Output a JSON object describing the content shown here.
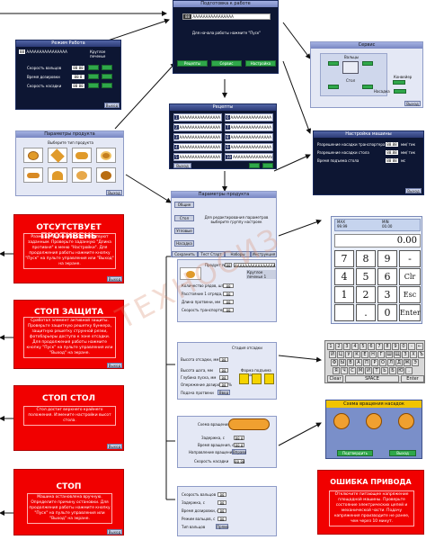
{
  "main_screen": {
    "title": "Подготовка к работе",
    "product_no": "88",
    "product_name": "AAAAAAAAAAAAAAAA",
    "prompt": "Для начала работы нажмите \"Пуск\"",
    "buttons": [
      "Рецепты",
      "Сервис",
      "Настройка"
    ]
  },
  "work_mode": {
    "title": "Режим Работа",
    "product_no": "88",
    "product_name": "AAAAAAAAAAAAAAAA",
    "shape": "Круглое печенье",
    "rows": [
      {
        "label": "Скорость вальцов",
        "value": "88 88"
      },
      {
        "label": "Время дозировки",
        "value": "88 8"
      },
      {
        "label": "Скорость насадки",
        "value": "88 88"
      }
    ],
    "exit": "Выход"
  },
  "service": {
    "title": "Сервис",
    "labels": [
      "Вальцы",
      "Стол",
      "Конвейер",
      "Насадка"
    ],
    "exit": "Выход"
  },
  "product_params": {
    "title": "Параметры продукта",
    "subtitle": "Выберите тип продукта",
    "exit": "Выход"
  },
  "recipes": {
    "title": "Рецепты",
    "items": [
      {
        "no": "1",
        "name": "AAAAAAAAAAAAAAAA"
      },
      {
        "no": "2",
        "name": "AAAAAAAAAAAAAAAA"
      },
      {
        "no": "3",
        "name": "AAAAAAAAAAAAAAAA"
      },
      {
        "no": "4",
        "name": "AAAAAAAAAAAAAAAA"
      },
      {
        "no": "5",
        "name": "AAAAAAAAAAAAAAAA"
      },
      {
        "no": "6",
        "name": "AAAAAAAAAAAAAAAA"
      },
      {
        "no": "7",
        "name": "AAAAAAAAAAAAAAAA"
      },
      {
        "no": "8",
        "name": "AAAAAAAAAAAAAAAA"
      },
      {
        "no": "9",
        "name": "AAAAAAAAAAAAAAAA"
      },
      {
        "no": "10",
        "name": "AAAAAAAAAAAAAAAA"
      }
    ],
    "bottom": "Выход"
  },
  "machine_settings": {
    "title": "Настройка машины",
    "rows": [
      {
        "label": "Разрешение насадки транспортера",
        "value": "88.88",
        "unit": "мм/ тик"
      },
      {
        "label": "Разрешение насадки стола",
        "value": "88.88",
        "unit": "мм/ тик"
      },
      {
        "label": "Время подъема стола",
        "value": "88 88",
        "unit": "мс"
      }
    ],
    "exit": "Выход"
  },
  "product_params2": {
    "title": "Параметры продукта",
    "menu": [
      "Общие",
      "Стол",
      "Угловые",
      "Насадка"
    ],
    "hint": "Для редактирования параметров выберите группу настроек",
    "buttons": [
      "Сохранить",
      "Тест Старт",
      "Наборы",
      "Инструкция"
    ]
  },
  "general": {
    "product_label": "Продукт №",
    "product_no": "88",
    "product_name": "AAAAAAAAAAAAAAAA",
    "shape": "Круглое печенье 1",
    "rows": [
      {
        "label": "Количество рядов, шт",
        "value": "88"
      },
      {
        "label": "Расстояние 1 отряда, мм",
        "value": "88"
      },
      {
        "label": "Длина протвени, мм",
        "value": "88"
      },
      {
        "label": "Скорость транспортера",
        "value": "88"
      }
    ]
  },
  "table": {
    "header": "Стадия отсадки",
    "rows": [
      {
        "label": "Высота отсадки, мм",
        "value": "88"
      },
      {
        "label": "Высота шага, мм",
        "value": "88"
      },
      {
        "label": "Глубина пуска, мм",
        "value": "88"
      },
      {
        "label": "Опережение дозировки, %",
        "value": "88"
      },
      {
        "label": "Подача протвени",
        "value": "Ввод"
      }
    ],
    "shape_header": "Форма подъема стола"
  },
  "nozzle": {
    "scheme": "Схема вращения",
    "rows": [
      {
        "label": "Задержка, с",
        "value": "88.8"
      },
      {
        "label": "Время вращения, с",
        "value": "88.8"
      },
      {
        "label": "Направление вращения",
        "value": "Вправо"
      },
      {
        "label": "Скорость насадки",
        "value": "88.88"
      }
    ]
  },
  "speeds": {
    "rows": [
      {
        "label": "Скорость вальцов",
        "value": "88"
      },
      {
        "label": "Задержка, с",
        "value": "88"
      },
      {
        "label": "Время дозировки, с",
        "value": "88"
      },
      {
        "label": "Режим вальцов, с",
        "value": "88"
      },
      {
        "label": "Тип вальцов",
        "value": "Прямо"
      }
    ]
  },
  "numpad": {
    "max_label": "MAX",
    "max_value": "99.99",
    "min_label": "MIN",
    "min_value": "00.00",
    "display": "0.00",
    "keys": [
      "7",
      "8",
      "9",
      "-",
      "4",
      "5",
      "6",
      "Clr",
      "1",
      "2",
      "3",
      "Esc",
      "",
      ".",
      "0",
      "Enter"
    ]
  },
  "keyboard": {
    "rows": [
      [
        "1",
        "2",
        "3",
        "4",
        "5",
        "6",
        "7",
        "8",
        "9",
        "0",
        "-",
        "←"
      ],
      [
        "Й",
        "Ц",
        "У",
        "К",
        "Е",
        "Н",
        "Г",
        "Ш",
        "Щ",
        "З",
        "Х",
        "Ъ"
      ],
      [
        "Ф",
        "Ы",
        "В",
        "А",
        "П",
        "Р",
        "О",
        "Л",
        "Д",
        "Ж",
        "Э"
      ],
      [
        "Я",
        "Ч",
        "С",
        "М",
        "И",
        "Т",
        "Ь",
        "Б",
        "Ю",
        "."
      ]
    ],
    "clear": "Clear",
    "space": "SPACE",
    "enter": "Enter"
  },
  "rotation": {
    "title": "Схема вращения насадок",
    "confirm": "Подтвердить",
    "exit": "Выход"
  },
  "alarm_no_tray": {
    "title": "ОТСУТСТВУЕТ ПРОТИВЕНЬ",
    "text": "Размеры противня не соответствуют заданным. Проверьте заданную \"Длина противня\" в меню \"Настройки\". Для продолжения работы нажмите кнопку \"Пуск\" на пульте управления или \"Выход\" на экране.",
    "exit": "Выход"
  },
  "alarm_guard": {
    "title": "СТОП ЗАЩИТА",
    "text": "Сработал элемент активной защиты. Проверьте защитную решетку бункера, защитную решетку струнной резки, фотобарьеры доступа к зоне отсадки. Для продолжения работы нажмите кнопку \"Пуск\" на пульте управления или \"Выход\" на экране.",
    "exit": "Выход"
  },
  "alarm_table": {
    "title": "СТОП СТОЛ",
    "text": "Стол достиг верхнего крайнего положения. Измените настройки высот стола.",
    "exit": "Выход"
  },
  "alarm_stop": {
    "title": "СТОП",
    "text": "Машина остановлена вручную. Определите причину остановки. Для продолжения работы нажмите кнопку \"Пуск\" на пульте управления или \"Выход\" на экране.",
    "exit": "Выход"
  },
  "alarm_drive": {
    "title": "ОШИБКА ПРИВОДА",
    "text": "Отключите питающее напряжение площадной машины. Проверьте состояние электрических цепей и механической части. Подачу напряжения производите не ранее, чем через 10 минут."
  },
  "watermark": "ТЕХНОСИЗ",
  "colors": {
    "screen_dark": "#0d1633",
    "alarm_red": "#f10000",
    "button_green": "#2fa84a"
  }
}
